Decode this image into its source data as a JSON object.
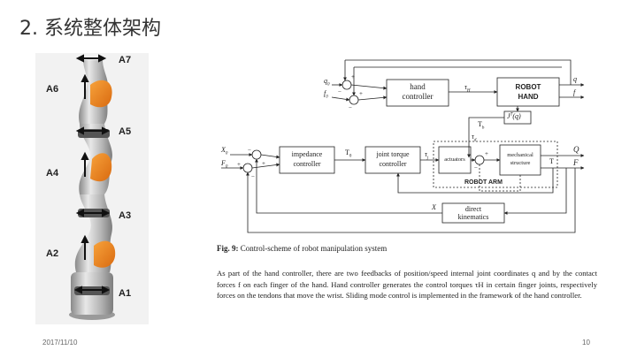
{
  "slide": {
    "title": "2. 系统整体架构",
    "date": "2017/11/10",
    "page_number": "10"
  },
  "robot_arm": {
    "joints": [
      "A7",
      "A6",
      "A5",
      "A4",
      "A3",
      "A2",
      "A1"
    ]
  },
  "diagram": {
    "inputs": {
      "q0": "q",
      "q0_sub": "0",
      "f0": "f",
      "f0_sub": "0",
      "x0": "X",
      "x0_sub": "0",
      "F0": "F",
      "F0_sub": "0"
    },
    "blocks": {
      "hand_controller": [
        "hand",
        "controller"
      ],
      "robot_hand": [
        "ROBOT",
        "HAND"
      ],
      "jt_block": "J",
      "jt_sup": "T",
      "jt_arg": "(q)",
      "impedance_controller": [
        "impedance",
        "controller"
      ],
      "joint_torque_controller": [
        "joint torque",
        "controller"
      ],
      "actuators": "actuators",
      "mechanical_structure": [
        "mechanical",
        "structure"
      ],
      "robot_arm": "ROBOT ARM",
      "direct_kinematics": [
        "direct",
        "kinematics"
      ]
    },
    "signals": {
      "tau": "τ",
      "tau_H_sub": "H",
      "tau_d_sub": "d",
      "tau_j_sub": "j",
      "T_b": "T",
      "T_b_sub": "b",
      "T0": "T",
      "T0_sub": "0",
      "T": "T",
      "q": "q",
      "f": "f",
      "Q": "Q",
      "F": "F",
      "X": "X",
      "plus": "+",
      "minus": "−"
    }
  },
  "figure": {
    "caption_label": "Fig. 9:",
    "caption_text": " Control-scheme of robot manipulation system",
    "paragraph": "As part of the hand controller, there are two feedbacks of position/speed internal joint coordinates q and by the contact forces f on each finger of the hand. Hand controller generates the control torques τH in certain finger joints, respectively forces on the tendons that move the wrist. Sliding mode control is implemented in the framework of the hand controller."
  }
}
